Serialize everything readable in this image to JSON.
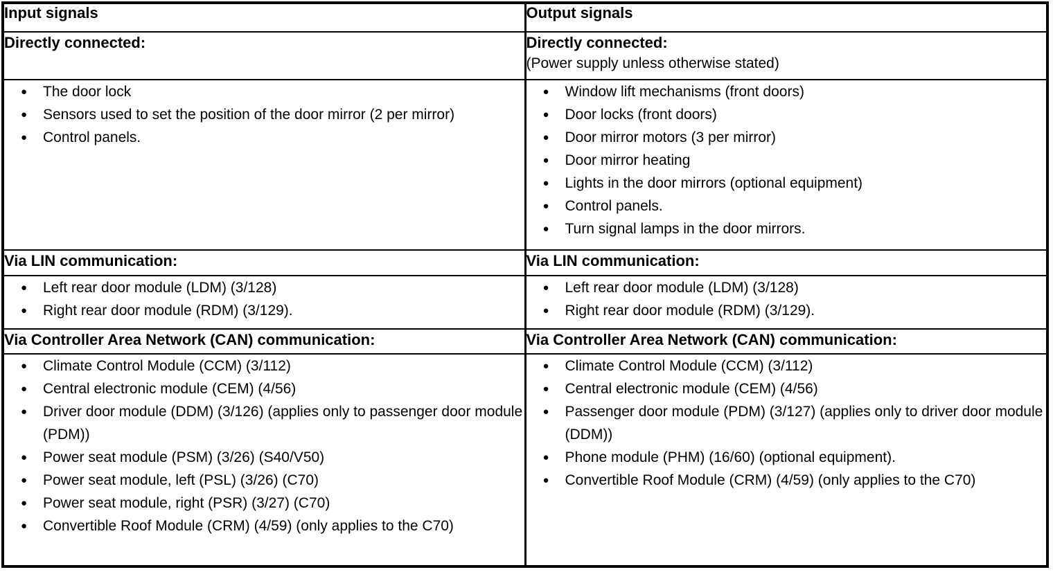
{
  "table": {
    "columns": [
      {
        "header": "Input signals",
        "sections": [
          {
            "title": "Directly connected:",
            "subtitle": "",
            "items": [
              "The door lock",
              "Sensors used to set the position of the door mirror (2 per mirror)",
              "Control panels."
            ]
          },
          {
            "title": "Via LIN communication:",
            "items": [
              "Left rear door module (LDM) (3/128)",
              "Right rear door module (RDM) (3/129)."
            ]
          },
          {
            "title": "Via Controller Area Network (CAN) communication:",
            "items": [
              "Climate Control Module (CCM) (3/112)",
              "Central electronic module (CEM) (4/56)",
              "Driver door module (DDM) (3/126) (applies only to passenger door module (PDM))",
              "Power seat module (PSM) (3/26) (S40/V50)",
              "Power seat module, left (PSL) (3/26) (C70)",
              "Power seat module, right (PSR) (3/27) (C70)",
              "Convertible Roof Module (CRM) (4/59) (only applies to the C70)"
            ]
          }
        ]
      },
      {
        "header": "Output signals",
        "sections": [
          {
            "title": "Directly connected:",
            "subtitle": "(Power supply unless otherwise stated)",
            "items": [
              "Window lift mechanisms (front doors)",
              "Door locks (front doors)",
              "Door mirror motors (3 per mirror)",
              "Door mirror heating",
              "Lights in the door mirrors (optional equipment)",
              "Control panels.",
              "Turn signal lamps in the door mirrors."
            ]
          },
          {
            "title": "Via LIN communication:",
            "items": [
              "Left rear door module (LDM) (3/128)",
              "Right rear door module (RDM) (3/129)."
            ]
          },
          {
            "title": "Via Controller Area Network (CAN) communication:",
            "items": [
              "Climate Control Module (CCM) (3/112)",
              "Central electronic module (CEM) (4/56)",
              "Passenger door module (PDM) (3/127) (applies only to driver door module (DDM))",
              "Phone module (PHM) (16/60) (optional equipment).",
              "Convertible Roof Module (CRM) (4/59) (only applies to the C70)"
            ]
          }
        ]
      }
    ]
  }
}
